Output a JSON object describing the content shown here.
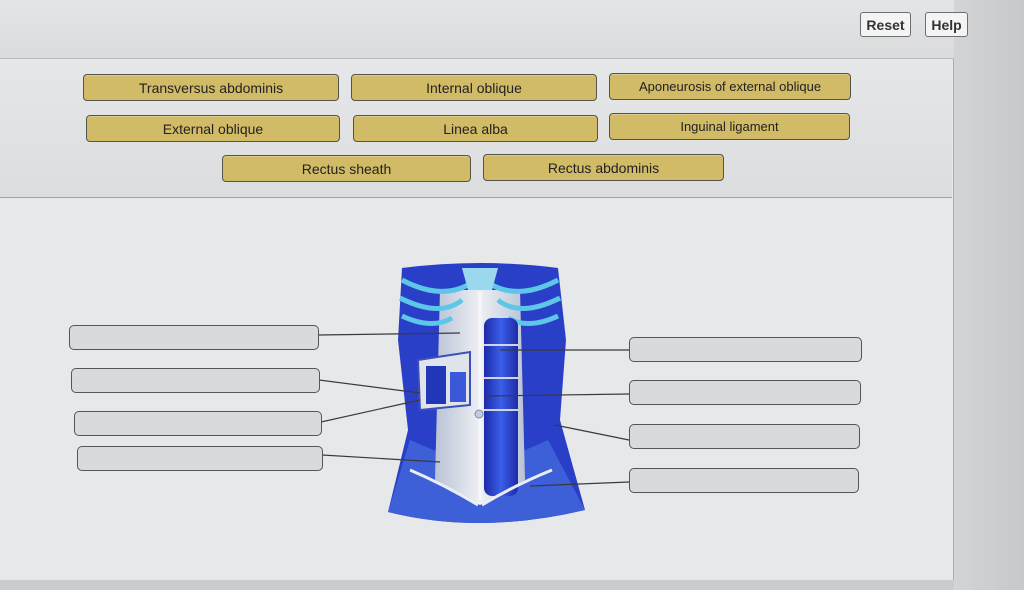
{
  "toolbar": {
    "reset_label": "Reset",
    "help_label": "Help"
  },
  "label_bank": [
    "Transversus abdominis",
    "Internal oblique",
    "Aponeurosis of external oblique",
    "External oblique",
    "Linea alba",
    "Inguinal ligament",
    "Rectus sheath",
    "Rectus abdominis"
  ],
  "drop_targets": {
    "left_count": 4,
    "right_count": 4
  },
  "colors": {
    "chip": "#d2bb66",
    "muscle_blue": "#2a3fd0",
    "aponeurosis": "#dfe3ea",
    "cartilage": "#5ec7e8"
  }
}
